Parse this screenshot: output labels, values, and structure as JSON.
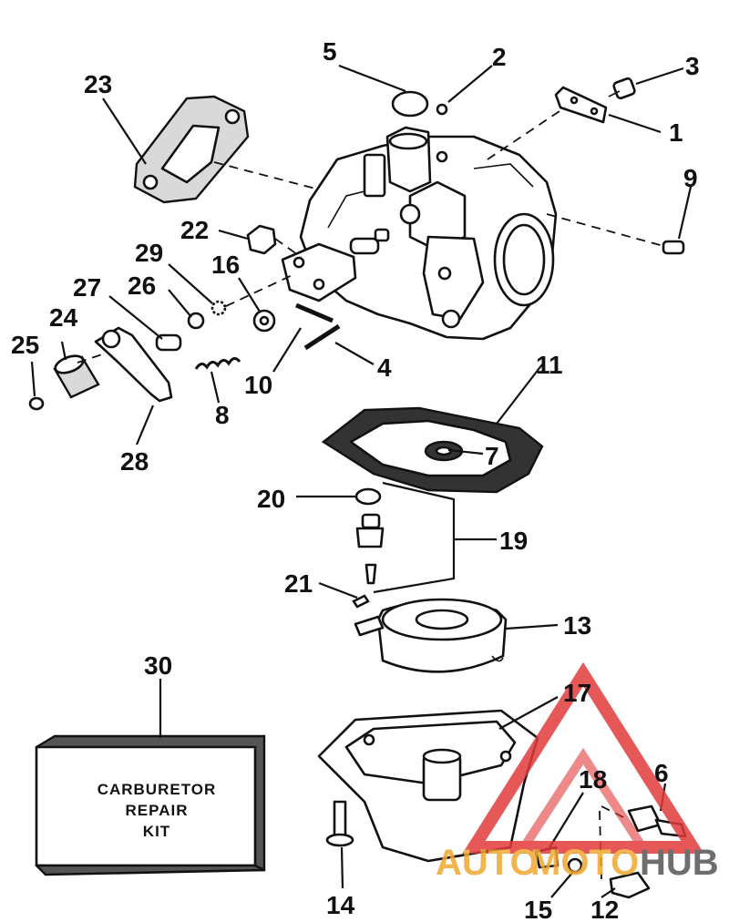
{
  "callouts": {
    "c1": "1",
    "c2": "2",
    "c3": "3",
    "c4": "4",
    "c5": "5",
    "c6": "6",
    "c7": "7",
    "c8": "8",
    "c9": "9",
    "c10": "10",
    "c11": "11",
    "c12": "12",
    "c13": "13",
    "c14": "14",
    "c15": "15",
    "c16": "16",
    "c17": "17",
    "c18": "18",
    "c19": "19",
    "c20": "20",
    "c21": "21",
    "c22": "22",
    "c23": "23",
    "c24": "24",
    "c25": "25",
    "c26": "26",
    "c27": "27",
    "c28": "28",
    "c29": "29",
    "c30": "30"
  },
  "kit_box": {
    "line1": "CARBURETOR",
    "line2": "REPAIR",
    "line3": "KIT"
  },
  "watermark": {
    "text_auto": "AUTO",
    "text_moto": "MOTO",
    "text_hub": "HUB",
    "color_red": "#e23b3b",
    "color_orange": "#f0a830",
    "color_grey": "#555555"
  }
}
